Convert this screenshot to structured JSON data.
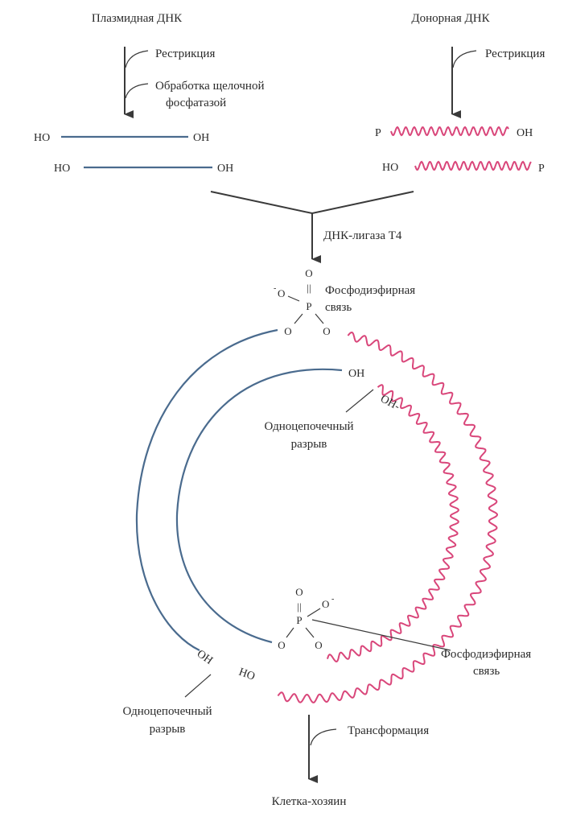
{
  "labels": {
    "plasmid_dna": "Плазмидная ДНК",
    "donor_dna": "Донорная  ДНК",
    "restriction_left": "Рестрикция",
    "alkaline_line1": "Обработка щелочной",
    "alkaline_line2": "фосфатазой",
    "restriction_right": "Рестрикция",
    "ligase": "ДНК-лигаза Т4",
    "phosphodiester_top_line1": "Фосфодиэфирная",
    "phosphodiester_top_line2": "связь",
    "nick_top_line1": "Одноцепочечный",
    "nick_top_line2": "разрыв",
    "phosphodiester_bottom_line1": "Фосфодиэфирная",
    "phosphodiester_bottom_line2": "связь",
    "nick_bottom_line1": "Одноцепочечный",
    "nick_bottom_line2": "разрыв",
    "transformation": "Трансформация",
    "host_cell": "Клетка-хозяин"
  },
  "ends": {
    "plasmid_strand1_left": "HO",
    "plasmid_strand1_right": "OH",
    "plasmid_strand2_left": "HO",
    "plasmid_strand2_right": "OH",
    "donor_strand1_left": "P",
    "donor_strand1_right": "OH",
    "donor_strand2_left": "HO",
    "donor_strand2_right": "P",
    "circle_oh_inner": "OH",
    "circle_oh_pink": "OH-",
    "circle_oh_bottom": "OH",
    "circle_ho_bottom": "HO"
  },
  "phosphate_top": {
    "o_double": "O",
    "bond": "||",
    "o_minus": "O",
    "charge": "-",
    "p": "P",
    "o_left": "O",
    "o_right": "O"
  },
  "phosphate_bottom": {
    "o_double": "O",
    "bond": "||",
    "o_minus": "O",
    "charge": "-",
    "p": "P",
    "o_left": "O",
    "o_right": "O"
  },
  "colors": {
    "plasmid_strand": "#4a6b8e",
    "donor_strand": "#d9467a",
    "text": "#2a2a2a"
  }
}
